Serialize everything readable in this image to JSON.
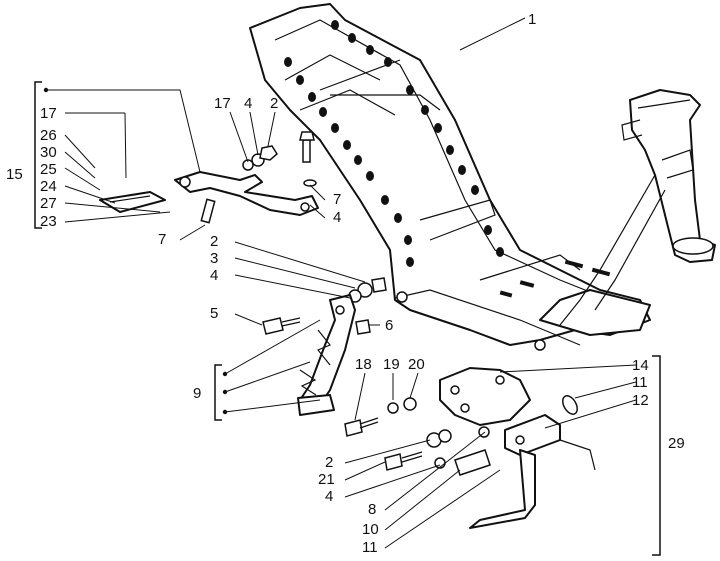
{
  "diagram": {
    "callouts": [
      "1",
      "17",
      "4",
      "2",
      "17",
      "26",
      "30",
      "25",
      "24",
      "27",
      "23",
      "15",
      "7",
      "7",
      "4",
      "2",
      "3",
      "4",
      "5",
      "6",
      "9",
      "18",
      "19",
      "20",
      "14",
      "11",
      "12",
      "29",
      "2",
      "21",
      "4",
      "8",
      "10",
      "11"
    ]
  }
}
